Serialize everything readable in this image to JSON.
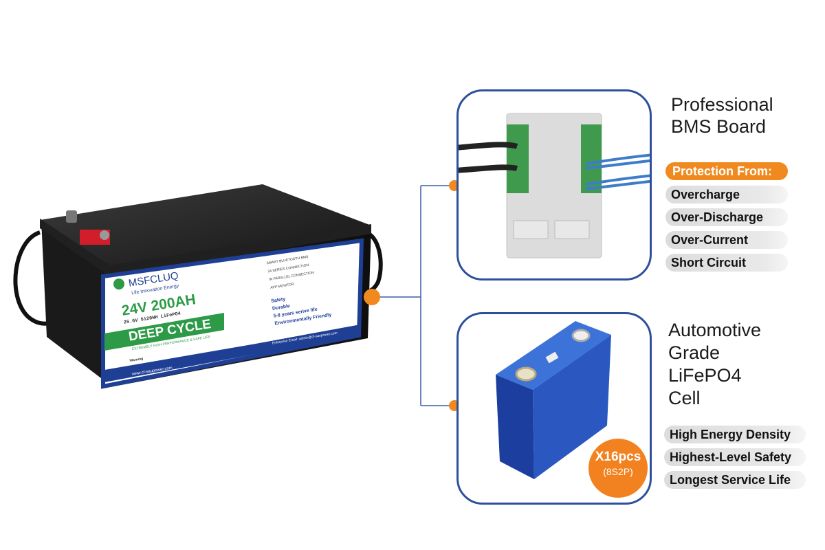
{
  "battery": {
    "brand": "MSFCLUQ",
    "tagline": "Life Innovation Energy",
    "capacity": "24V 200AH",
    "spec": "25.6V 5120WH LiFePO4",
    "type": "DEEP CYCLE",
    "sub_banner": "EXTREMELY HIGH PERFORMANCE & SAFE LIFE",
    "website": "www.cf-saupower.com",
    "email": "Enterprise Email: admin@cf-saupower.com",
    "warning_title": "Warning",
    "features": [
      "Safety",
      "Durable",
      "5-8 years serive life",
      "Environmentally Friendly"
    ],
    "checklist": [
      "SMART BLUETOOTH BMS",
      "24 SERIES CONNECTION",
      "IN PARALLEL CONNECTION",
      "APP MONITOR"
    ]
  },
  "bms": {
    "title_line1": "Professional",
    "title_line2": "BMS Board",
    "protection_label": "Protection From:",
    "items": [
      "Overcharge",
      "Over-Discharge",
      "Over-Current",
      "Short Circuit"
    ]
  },
  "cell": {
    "title_lines": [
      "Automotive",
      "Grade",
      "LiFePO4",
      "Cell"
    ],
    "badge_main": "X16pcs",
    "badge_sub": "(8S2P)",
    "items": [
      "High Energy Density",
      "Highest-Level Safety",
      "Longest Service Life"
    ]
  },
  "colors": {
    "accent_orange": "#f08a1e",
    "panel_border": "#2d4f9c",
    "connector_line": "#3a5ea8",
    "battery_label_blue": "#1f3f95",
    "battery_green": "#2c9a46"
  }
}
